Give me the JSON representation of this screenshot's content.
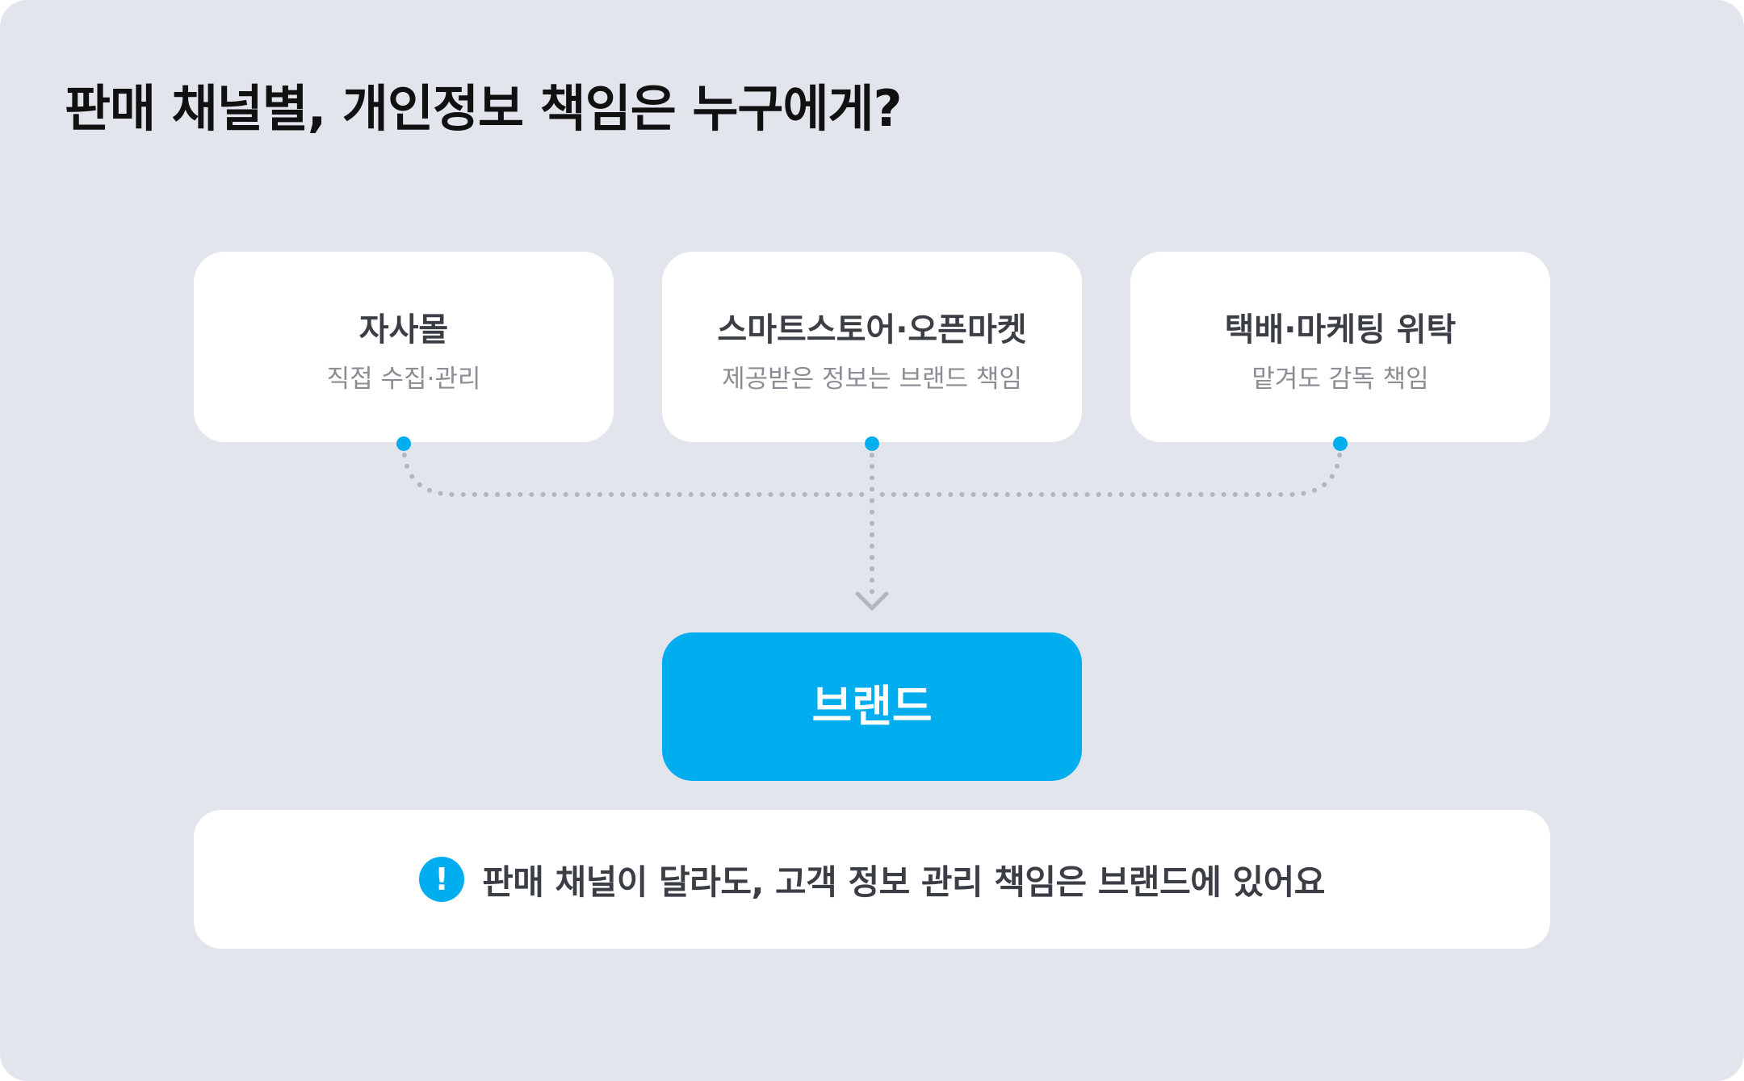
{
  "title": "판매 채널별, 개인정보 책임은 누구에게?",
  "channels": [
    {
      "title": "자사몰",
      "subtitle": "직접 수집·관리"
    },
    {
      "title": "스마트스토어·오픈마켓",
      "subtitle": "제공받은 정보는 브랜드 책임"
    },
    {
      "title": "택배·마케팅 위탁",
      "subtitle": "맡겨도 감독 책임"
    }
  ],
  "target": {
    "label": "브랜드"
  },
  "note": {
    "icon": "exclamation-circle-icon",
    "text": "판매 채널이 달라도, 고객 정보 관리 책임은 브랜드에 있어요"
  },
  "colors": {
    "accent": "#00aeef",
    "background": "#e2e6ec",
    "card": "#ffffff",
    "connector": "#b3b7bd"
  }
}
